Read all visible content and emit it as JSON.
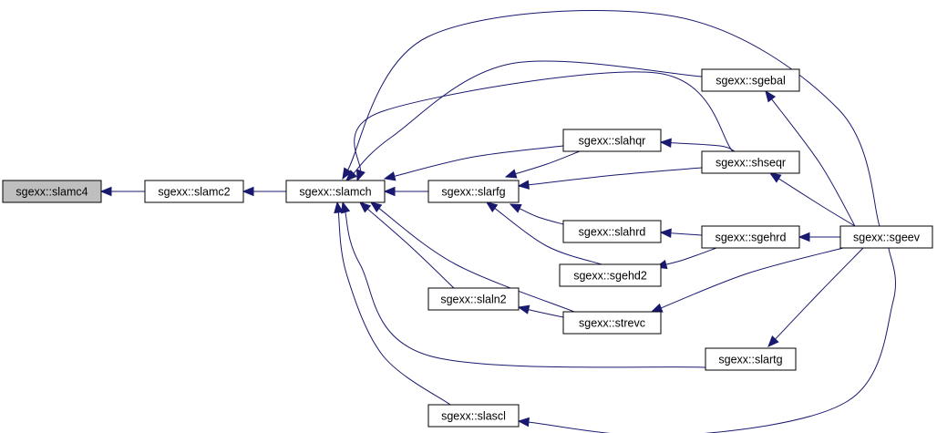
{
  "diagram": {
    "edge_color": "#191970",
    "highlight_fill": "#bfbfbf",
    "nodes": {
      "slamc4": {
        "label": "sgexx::slamc4",
        "highlighted": true
      },
      "slamc2": {
        "label": "sgexx::slamc2"
      },
      "slamch": {
        "label": "sgexx::slamch"
      },
      "slarfg": {
        "label": "sgexx::slarfg"
      },
      "slahqr": {
        "label": "sgexx::slahqr"
      },
      "slahrd": {
        "label": "sgexx::slahrd"
      },
      "sgehd2": {
        "label": "sgexx::sgehd2"
      },
      "slaln2": {
        "label": "sgexx::slaln2"
      },
      "strevc": {
        "label": "sgexx::strevc"
      },
      "slascl": {
        "label": "sgexx::slascl"
      },
      "sgebal": {
        "label": "sgexx::sgebal"
      },
      "shseqr": {
        "label": "sgexx::shseqr"
      },
      "sgehrd": {
        "label": "sgexx::sgehrd"
      },
      "slartg": {
        "label": "sgexx::slartg"
      },
      "sgeev": {
        "label": "sgexx::sgeev"
      }
    },
    "edges": [
      {
        "from": "slamc2",
        "to": "slamc4"
      },
      {
        "from": "slamch",
        "to": "slamc2"
      },
      {
        "from": "slarfg",
        "to": "slamch"
      },
      {
        "from": "slahqr",
        "to": "slamch"
      },
      {
        "from": "shseqr",
        "to": "slamch"
      },
      {
        "from": "sgebal",
        "to": "slamch"
      },
      {
        "from": "sgeev",
        "to": "slamch"
      },
      {
        "from": "slaln2",
        "to": "slamch"
      },
      {
        "from": "strevc",
        "to": "slamch"
      },
      {
        "from": "slartg",
        "to": "slamch"
      },
      {
        "from": "slascl",
        "to": "slamch"
      },
      {
        "from": "slahqr",
        "to": "slarfg"
      },
      {
        "from": "shseqr",
        "to": "slarfg"
      },
      {
        "from": "slahrd",
        "to": "slarfg"
      },
      {
        "from": "sgehd2",
        "to": "slarfg"
      },
      {
        "from": "shseqr",
        "to": "slahqr"
      },
      {
        "from": "sgehrd",
        "to": "slahrd"
      },
      {
        "from": "sgehrd",
        "to": "sgehd2"
      },
      {
        "from": "strevc",
        "to": "slaln2"
      },
      {
        "from": "sgeev",
        "to": "sgebal"
      },
      {
        "from": "sgeev",
        "to": "shseqr"
      },
      {
        "from": "sgeev",
        "to": "sgehrd"
      },
      {
        "from": "sgeev",
        "to": "strevc"
      },
      {
        "from": "sgeev",
        "to": "slartg"
      },
      {
        "from": "sgeev",
        "to": "slascl"
      }
    ]
  }
}
